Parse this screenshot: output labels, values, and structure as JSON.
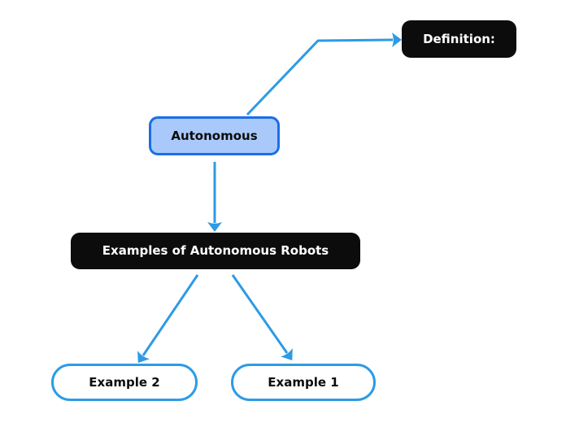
{
  "diagram": {
    "type": "mindmap-flowchart",
    "nodes": {
      "definition": {
        "label": "Definition:",
        "style": "black-rounded"
      },
      "autonomous": {
        "label": "Autonomous",
        "style": "blue-filled-rounded"
      },
      "examples": {
        "label": "Examples of Autonomous Robots",
        "style": "black-rounded"
      },
      "example2": {
        "label": "Example 2",
        "style": "white-outlined-pill"
      },
      "example1": {
        "label": "Example 1",
        "style": "white-outlined-pill"
      }
    },
    "edges": [
      {
        "from": "Autonomous",
        "to": "Definition:",
        "type": "arrow"
      },
      {
        "from": "Autonomous",
        "to": "Examples of Autonomous Robots",
        "type": "arrow"
      },
      {
        "from": "Examples of Autonomous Robots",
        "to": "Example 2",
        "type": "arrow"
      },
      {
        "from": "Examples of Autonomous Robots",
        "to": "Example 1",
        "type": "arrow"
      }
    ],
    "colors": {
      "background": "#FFFFFF",
      "arrow": "#2D9BE5",
      "black_node_background": "#0C0C0C",
      "black_node_text": "#FFFFFF",
      "blue_node_fill": "#A9C9FB",
      "blue_node_border": "#1B6EE6",
      "outlined_node_border": "#2D9BE5",
      "dark_text": "#0C0C0C"
    }
  }
}
